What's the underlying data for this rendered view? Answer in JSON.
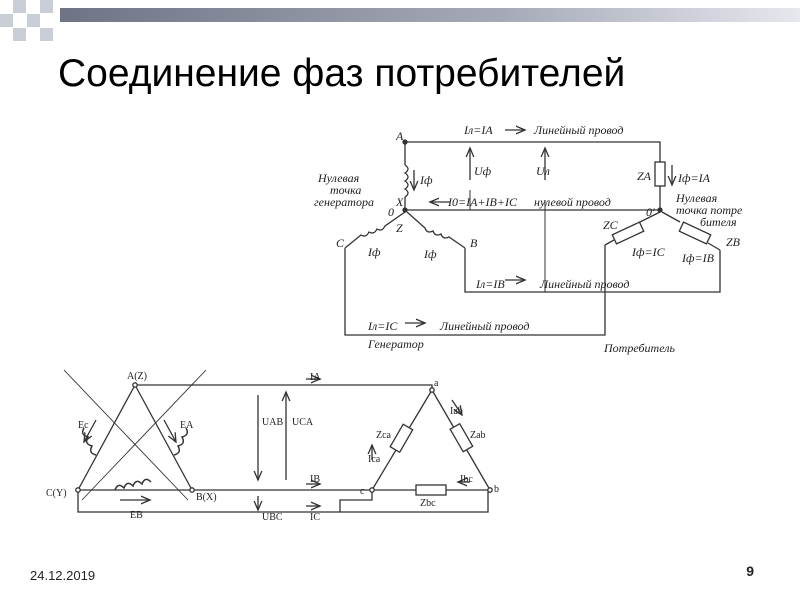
{
  "slide": {
    "title": "Соединение фаз потребителей",
    "date": "24.12.2019",
    "page_number": "9"
  },
  "star_diagram": {
    "node_A": "A",
    "node_X": "X",
    "node_O": "0",
    "node_O_prime": "0'",
    "node_C": "C",
    "node_B": "B",
    "node_Z": "Z",
    "line_current_A": "Iл=IA",
    "line_wire_A": "Линейный провод",
    "phase_current_gen": "Iф",
    "u_phase": "Uф",
    "u_line": "Uл",
    "neutral_gen_label_1": "Нулевая",
    "neutral_gen_label_2": "точка",
    "neutral_gen_label_3": "генератора",
    "neutral_current": "I0=IA+IB+IC",
    "neutral_wire": "нулевой провод",
    "neutral_load_label_1": "Нулевая",
    "neutral_load_label_2": "точка потре",
    "neutral_load_label_3": "бителя",
    "z_a": "ZA",
    "load_current_a": "Iф=IA",
    "z_c": "ZC",
    "z_b": "ZB",
    "load_current_c": "Iф=IC",
    "load_current_b": "Iф=IB",
    "gen_phase_c": "Iф",
    "gen_phase_b": "Iф",
    "line_current_B": "Iл=IB",
    "line_wire_B": "Линейный провод",
    "line_current_C": "Iл=IC",
    "line_wire_C": "Линейный провод",
    "generator": "Генератор",
    "consumer": "Потребитель"
  },
  "delta_diagram": {
    "node_AZ": "A(Z)",
    "node_CY": "C(Y)",
    "node_BX": "B(X)",
    "emf_c": "Ec",
    "emf_a": "EA",
    "emf_b": "EB",
    "u_ab": "UAB",
    "u_ca": "UCA",
    "u_bc": "UBC",
    "i_a": "IA",
    "i_b": "IB",
    "i_c": "IC",
    "node_a": "a",
    "node_b": "b",
    "node_c": "c",
    "i_ab": "Iab",
    "z_ab": "Zab",
    "z_ca": "Zca",
    "i_ca": "Ica",
    "i_bc": "Ibc",
    "z_bc": "Zbc"
  }
}
